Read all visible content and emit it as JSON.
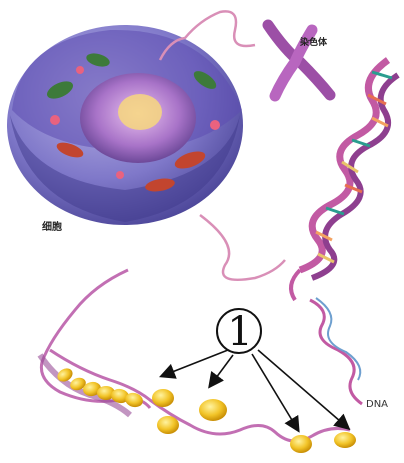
{
  "labels": {
    "cell": "细胞",
    "chromosome": "染色体",
    "dna": "DNA"
  },
  "marker": {
    "text": "1"
  }
}
